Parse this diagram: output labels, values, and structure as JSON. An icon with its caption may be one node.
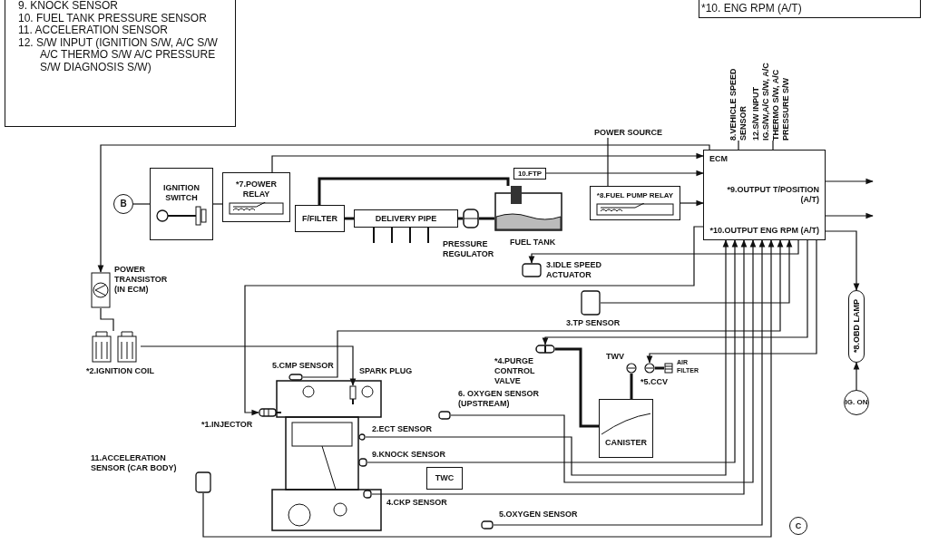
{
  "diagram": {
    "nodes": [
      {
        "text": [
          "9. KNOCK SENSOR",
          "10. FUEL TANK PRESSURE SENSOR",
          "11. ACCELERATION SENSOR",
          "12. S/W INPUT (IGNITION S/W, A/C S/W A/C THERMO S/W A/C PRESSURE S/W DIAGNOSIS S/W)"
        ]
      },
      {
        "text": [
          "*10. ENG RPM (A/T)"
        ]
      },
      {
        "text": [
          "ECM",
          "*9.OUTPUT T/POSITION (A/T)",
          "*10.OUTPUT ENG RPM (A/T)"
        ]
      },
      {
        "text": [
          "B"
        ]
      },
      {
        "text": [
          "IGNITION SWITCH"
        ]
      },
      {
        "text": [
          "*7.POWER RELAY"
        ]
      },
      {
        "text": [
          "F/FILTER"
        ]
      },
      {
        "text": [
          "DELIVERY PIPE"
        ]
      },
      {
        "text": [
          "10.FTP"
        ]
      },
      {
        "text": [
          "*8.FUEL PUMP RELAY"
        ]
      },
      {
        "text": [],
        "shape": "picture",
        "beside": [
          "FUEL TANK"
        ]
      },
      {
        "text": [],
        "shape": "picture",
        "beside": [
          "PRESSURE REGULATOR"
        ]
      },
      {
        "text": [],
        "shape": "picture",
        "beside": [
          "POWER TRANSISTOR (IN ECM)"
        ]
      },
      {
        "text": [],
        "shape": "picture",
        "beside": [
          "*2.IGNITION COIL"
        ]
      },
      {
        "text": [],
        "shape": "box",
        "beside": [
          "3.IDLE SPEED ACTUATOR"
        ]
      },
      {
        "text": [],
        "shape": "box",
        "beside": [
          "3.TP SENSOR"
        ]
      },
      {
        "text": [],
        "shape": "picture",
        "beside": [
          "*4.PURGE CONTROL VALVE"
        ]
      },
      {
        "text": [
          "CANISTER"
        ]
      },
      {
        "text": [],
        "shape": "picture",
        "beside": [
          "TWV"
        ]
      },
      {
        "text": [],
        "shape": "picture",
        "beside": [
          "*5.CCV"
        ]
      },
      {
        "text": [],
        "shape": "picture",
        "beside": [
          "AIR FILTER"
        ]
      },
      {
        "text": [],
        "shape": "box",
        "beside": [
          "5.CMP SENSOR"
        ]
      },
      {
        "text": [],
        "shape": "picture",
        "beside": [
          "SPARK PLUG"
        ]
      },
      {
        "text": [],
        "shape": "picture",
        "beside": [
          "*1.INJECTOR"
        ]
      },
      {
        "text": [],
        "shape": "box",
        "beside": [
          "2.ECT SENSOR"
        ]
      },
      {
        "text": [],
        "shape": "box",
        "beside": [
          "9.KNOCK SENSOR"
        ]
      },
      {
        "text": [],
        "shape": "box",
        "beside": [
          "4.CKP SENSOR"
        ]
      },
      {
        "text": [
          "TWC"
        ]
      },
      {
        "text": [],
        "shape": "box",
        "beside": [
          "6. OXYGEN SENSOR (UPSTREAM)"
        ]
      },
      {
        "text": [],
        "shape": "box",
        "beside": [
          "5.OXYGEN SENSOR"
        ]
      },
      {
        "text": [],
        "shape": "box",
        "beside": [
          "11.ACCELERATION SENSOR (CAR BODY)"
        ]
      },
      {
        "text": [
          "*8.OBD LAMP"
        ]
      },
      {
        "text": [
          "IG. ON"
        ]
      },
      {
        "text": [
          "C"
        ]
      },
      {
        "text": [
          "POWER SOURCE"
        ]
      },
      {
        "text": [
          "8.VEHICLE SPEED SENSOR"
        ]
      },
      {
        "text": [
          "12.S/W INPUT IG.S/W,A/C S/W, A/C THERMO S/W, A/C PRESSURE S/W"
        ]
      }
    ],
    "edges": [
      {
        "from": 3,
        "to": 4,
        "arrow": "none"
      },
      {
        "from": 4,
        "to": 5,
        "arrow": "none"
      },
      {
        "from": 5,
        "to": 2,
        "arrow": "to"
      },
      {
        "from": 34,
        "to": 9,
        "arrow": "none"
      },
      {
        "from": 8,
        "to": 2,
        "arrow": "to"
      },
      {
        "from": 9,
        "to": 2,
        "arrow": "to"
      },
      {
        "from": 6,
        "to": 7,
        "arrow": "none",
        "style": "thick"
      },
      {
        "from": 7,
        "to": 11,
        "arrow": "none",
        "style": "thick"
      },
      {
        "from": 11,
        "to": 10,
        "arrow": "none",
        "style": "thick"
      },
      {
        "from": 10,
        "to": 6,
        "arrow": "none",
        "style": "thick"
      },
      {
        "from": 12,
        "to": 13,
        "arrow": "none"
      },
      {
        "from": 2,
        "to": 12,
        "arrow": "to"
      },
      {
        "from": 13,
        "to": 22,
        "arrow": "to"
      },
      {
        "from": 2,
        "to": 23,
        "arrow": "to"
      },
      {
        "from": 21,
        "to": 2,
        "arrow": "to"
      },
      {
        "from": 24,
        "to": 2,
        "arrow": "to"
      },
      {
        "from": 25,
        "to": 2,
        "arrow": "to"
      },
      {
        "from": 26,
        "to": 2,
        "arrow": "to"
      },
      {
        "from": 28,
        "to": 2,
        "arrow": "to"
      },
      {
        "from": 29,
        "to": 2,
        "arrow": "to"
      },
      {
        "from": 30,
        "to": 2,
        "arrow": "to"
      },
      {
        "from": 15,
        "to": 2,
        "arrow": "to"
      },
      {
        "from": 2,
        "to": 14,
        "arrow": "to"
      },
      {
        "from": 2,
        "to": 16,
        "arrow": "to"
      },
      {
        "from": 2,
        "to": 19,
        "arrow": "to"
      },
      {
        "from": 16,
        "to": 17,
        "arrow": "none",
        "style": "thick"
      },
      {
        "from": 18,
        "to": 17,
        "arrow": "none",
        "style": "thick"
      },
      {
        "from": 19,
        "to": 20,
        "arrow": "none",
        "style": "thick"
      },
      {
        "from": 35,
        "to": 2,
        "arrow": "none"
      },
      {
        "from": 36,
        "to": 2,
        "arrow": "none"
      },
      {
        "from": 2,
        "to": null,
        "arrow": "to"
      },
      {
        "from": 2,
        "to": null,
        "arrow": "to"
      },
      {
        "from": 2,
        "to": 31,
        "arrow": "to"
      },
      {
        "from": 32,
        "to": 31,
        "arrow": "to"
      }
    ]
  }
}
